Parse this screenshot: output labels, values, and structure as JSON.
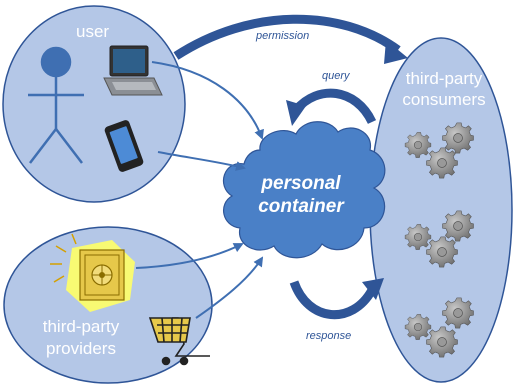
{
  "user_region": {
    "label": "user"
  },
  "consumers_region": {
    "label": "third-party consumers"
  },
  "providers_region": {
    "label": "third-party providers"
  },
  "center_cloud": {
    "label": "personal container"
  },
  "flows": {
    "top": "permission",
    "query": "query",
    "response": "response"
  },
  "colors": {
    "region_fill": "#b4c7e7",
    "region_stroke": "#2f5597",
    "cloud_fill": "#4a80c7",
    "arrow": "#3f6fb2",
    "gear": "#8c8c8c",
    "highlight": "#ffff66"
  },
  "icons": [
    "stick-figure-icon",
    "laptop-icon",
    "phone-icon",
    "vault-icon",
    "shopping-cart-icon",
    "gear-cluster-icon"
  ]
}
